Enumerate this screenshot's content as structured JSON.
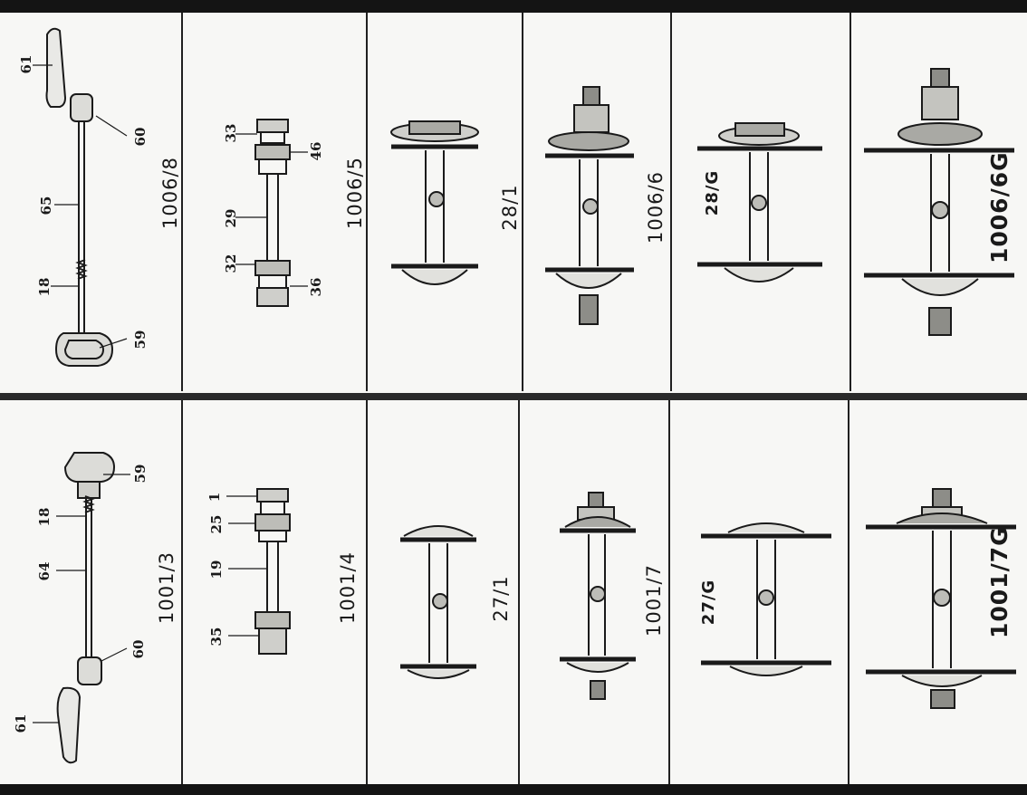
{
  "top_row": {
    "cells": [
      {
        "code": "1006/8",
        "parts": [
          "61",
          "60",
          "65",
          "18",
          "59"
        ]
      },
      {
        "code": "1006/5",
        "parts": [
          "33",
          "46",
          "29",
          "32",
          "36"
        ]
      },
      {
        "code": "28/1"
      },
      {
        "code": "1006/6"
      },
      {
        "code": "28/G"
      },
      {
        "code": "1006/6G"
      }
    ]
  },
  "bottom_row": {
    "cells": [
      {
        "code": "1001/3",
        "parts": [
          "59",
          "18",
          "64",
          "60",
          "61"
        ]
      },
      {
        "code": "1001/4",
        "parts": [
          "1",
          "25",
          "19",
          "35"
        ]
      },
      {
        "code": "27/1"
      },
      {
        "code": "1001/7"
      },
      {
        "code": "27/G"
      },
      {
        "code": "1001/7G"
      }
    ]
  },
  "colors": {
    "ink": "#1a1a1a",
    "paper": "#f7f7f5"
  }
}
